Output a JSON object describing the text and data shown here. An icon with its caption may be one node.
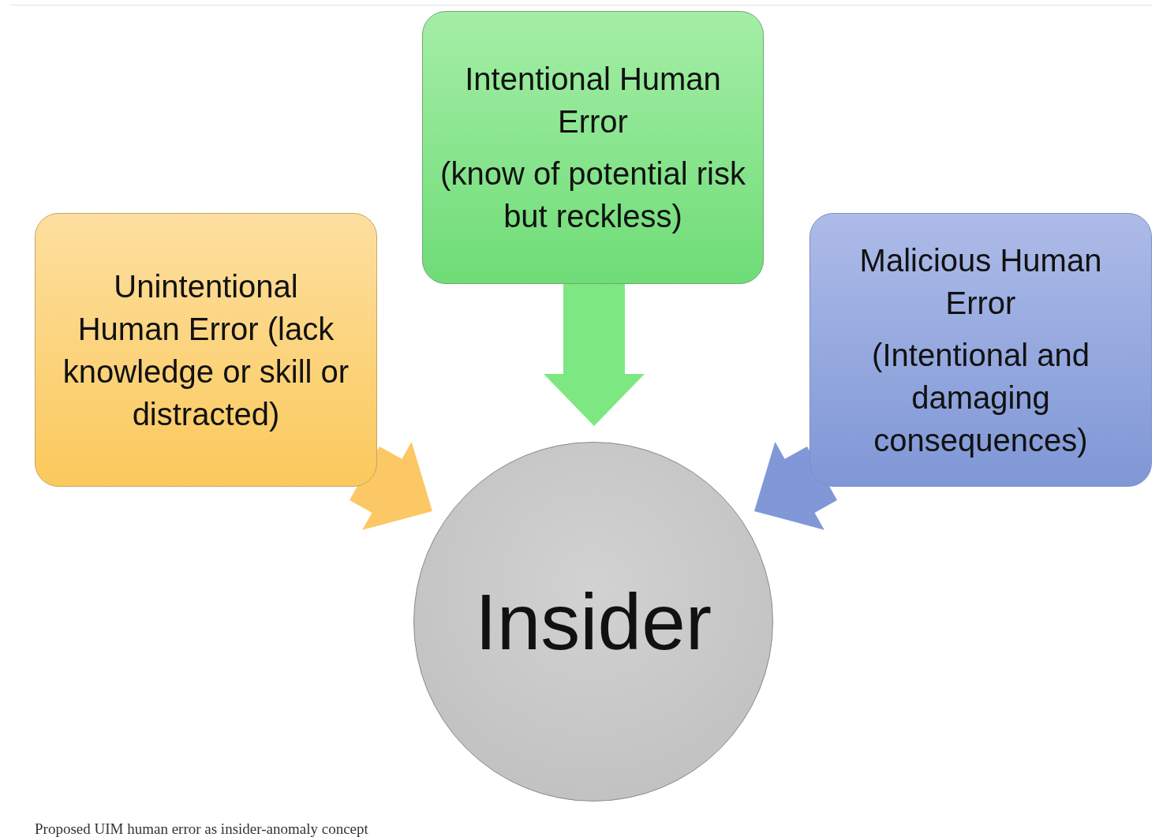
{
  "diagram": {
    "caption": "Proposed UIM human error as insider-anomaly concept",
    "nodes": [
      {
        "text": [
          "Unintentional Human Error (lack knowledge or skill or distracted)"
        ]
      },
      {
        "text": [
          "Intentional Human Error",
          "(know of potential risk but reckless)"
        ]
      },
      {
        "text": [
          "Malicious Human Error",
          "(Intentional and damaging consequences)"
        ]
      },
      {
        "text": [
          "Insider"
        ]
      }
    ],
    "edges": [
      {
        "from": 0,
        "to": 3,
        "arrow": "to",
        "style": "thick",
        "color": "#fbc865"
      },
      {
        "from": 1,
        "to": 3,
        "arrow": "to",
        "style": "thick",
        "color": "#7de882"
      },
      {
        "from": 2,
        "to": 3,
        "arrow": "to",
        "style": "thick",
        "color": "#8198d8"
      }
    ]
  }
}
